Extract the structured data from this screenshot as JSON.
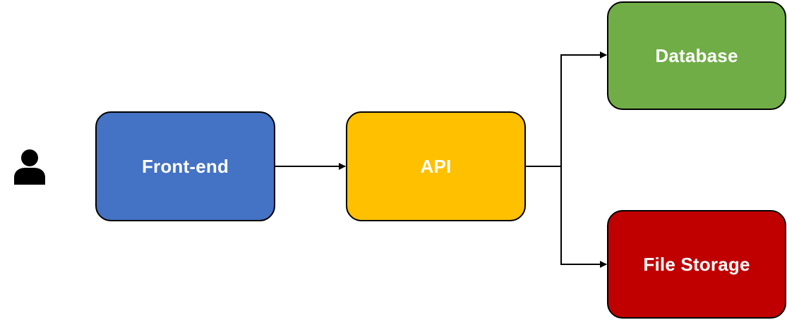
{
  "diagram": {
    "user": {
      "icon": "user-icon"
    },
    "nodes": {
      "frontend": {
        "label": "Front-end",
        "color": "#4472C4"
      },
      "api": {
        "label": "API",
        "color": "#FFC000"
      },
      "database": {
        "label": "Database",
        "color": "#70AD47"
      },
      "storage": {
        "label": "File Storage",
        "color": "#C00000"
      }
    },
    "edges": [
      {
        "from": "frontend",
        "to": "api"
      },
      {
        "from": "api",
        "to": "database"
      },
      {
        "from": "api",
        "to": "storage"
      }
    ],
    "line_color": "#000000"
  }
}
